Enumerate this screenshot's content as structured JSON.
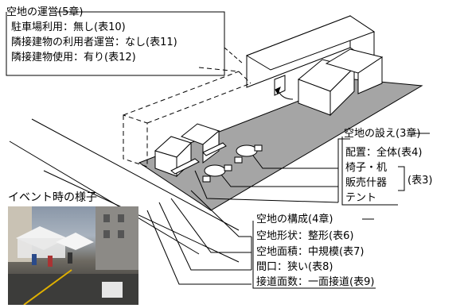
{
  "operation_box": {
    "title": "空地の運営(5章)",
    "lines": [
      "駐車場利用：無し(表10)",
      "隣接建物の利用者運営：なし(表11)",
      "隣接建物使用：有り(表12)"
    ]
  },
  "setup_box": {
    "title": "空地の設え(3章)",
    "layout": "配置：全体(表4)",
    "items": [
      "椅子・机",
      "販売什器",
      "テント"
    ],
    "table_ref": "(表3)"
  },
  "composition_box": {
    "title": "空地の構成(4章)",
    "lines": [
      "空地形状：整形(表6)",
      "空地面積：中規模(表7)",
      "間口：狭い(表8)",
      "接道面数：一面接道(表9)"
    ]
  },
  "event_photo": {
    "caption": "イベント時の様子"
  }
}
